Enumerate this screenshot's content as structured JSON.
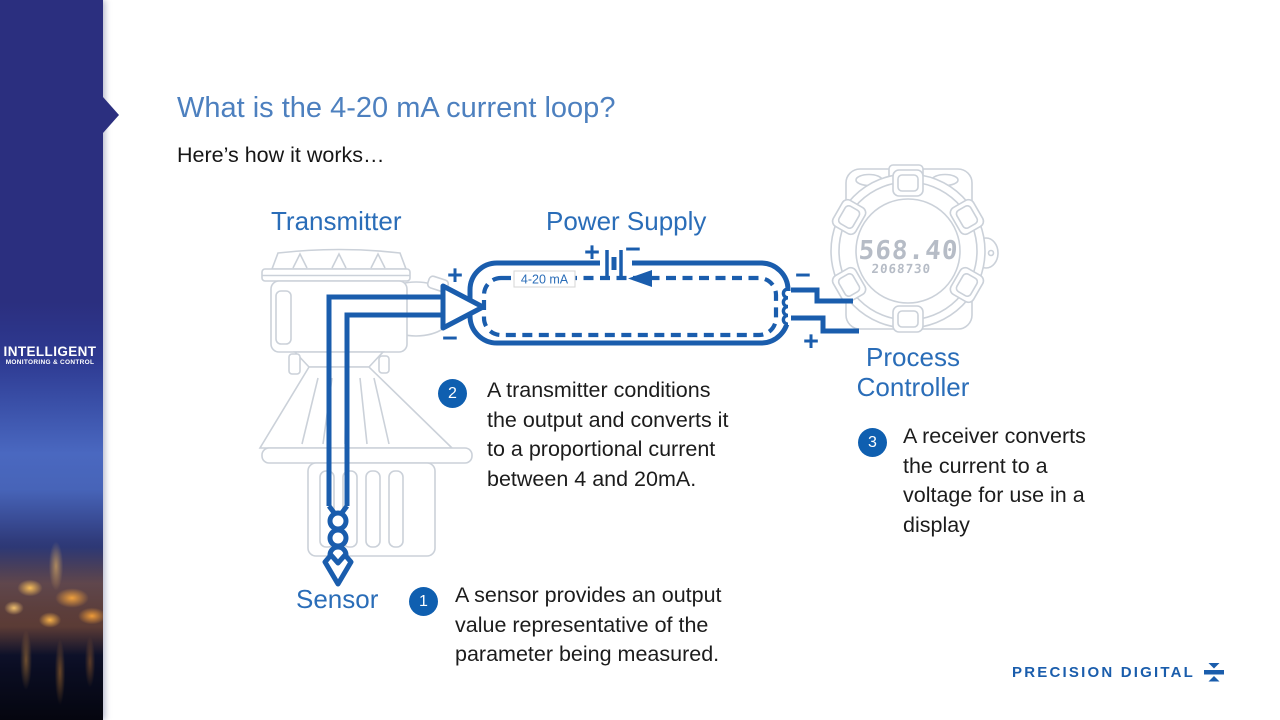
{
  "sidebar": {
    "brand_line1": "INTELLIGENT",
    "brand_line2": "MONITORING & CONTROL"
  },
  "header": {
    "title": "What is the 4-20 mA current loop?",
    "subtitle": "Here’s how it works…"
  },
  "diagram": {
    "labels": {
      "transmitter": "Transmitter",
      "power_supply": "Power Supply",
      "process_controller": "Process\nController",
      "sensor": "Sensor",
      "loop_current": "4-20 mA"
    },
    "display": {
      "primary": "568.40",
      "secondary": "2068730"
    },
    "polarity": {
      "plus": "+",
      "minus": "−"
    }
  },
  "steps": [
    {
      "number": "1",
      "text": "A sensor provides an output\nvalue representative of the\nparameter being measured."
    },
    {
      "number": "2",
      "text": "A transmitter conditions\nthe output and converts it\nto a proportional current\nbetween 4 and 20mA."
    },
    {
      "number": "3",
      "text": "A receiver converts\nthe current to a\nvoltage for use in a\ndisplay"
    }
  ],
  "footer": {
    "logo_text": "PRECISION DIGITAL"
  },
  "colors": {
    "sidebar_navy": "#2b2f7f",
    "title_blue": "#4d80bf",
    "label_blue": "#2a6db8",
    "loop_blue": "#1a5dad",
    "badge_blue": "#0f5fb0",
    "device_gray": "#cbd1d9",
    "digit_gray": "#b6bcc6"
  }
}
